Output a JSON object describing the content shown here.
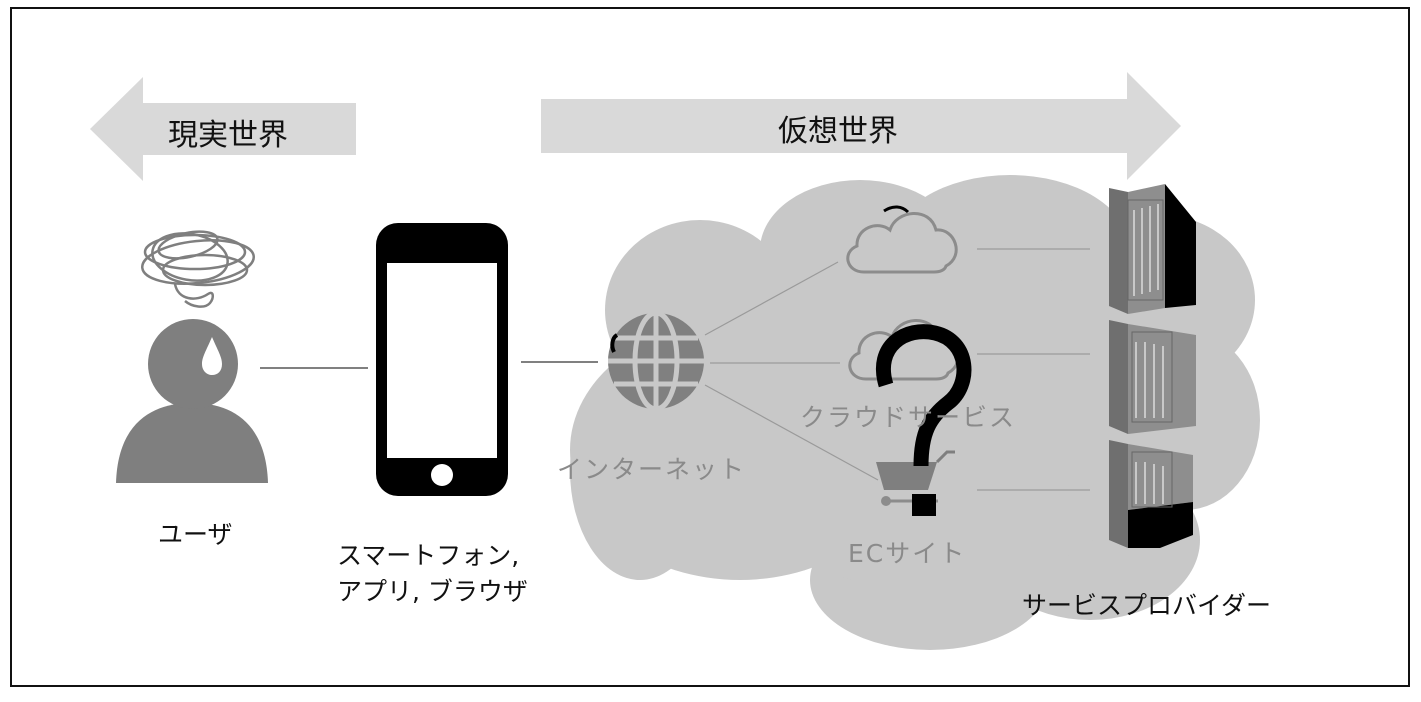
{
  "arrows": {
    "real_world": "現実世界",
    "virtual_world": "仮想世界"
  },
  "labels": {
    "user": "ユーザ",
    "device_line1": "スマートフォン,",
    "device_line2": "アプリ, ブラウザ",
    "internet": "インターネット",
    "cloud_service": "クラウドサービス",
    "ec_site": "ECサイト",
    "service_provider": "サービスプロバイダー"
  },
  "icons": [
    "confused-user-icon",
    "smartphone-icon",
    "globe-icon",
    "cloud-icon",
    "shopping-cart-icon",
    "building-icon",
    "question-mark-icon"
  ],
  "colors": {
    "arrow_fill": "#d9d9d9",
    "cloud_fill": "#c8c8c8",
    "icon_gray": "#7f7f7f",
    "faint_gray": "#9a9a9a",
    "ink": "#000000"
  }
}
